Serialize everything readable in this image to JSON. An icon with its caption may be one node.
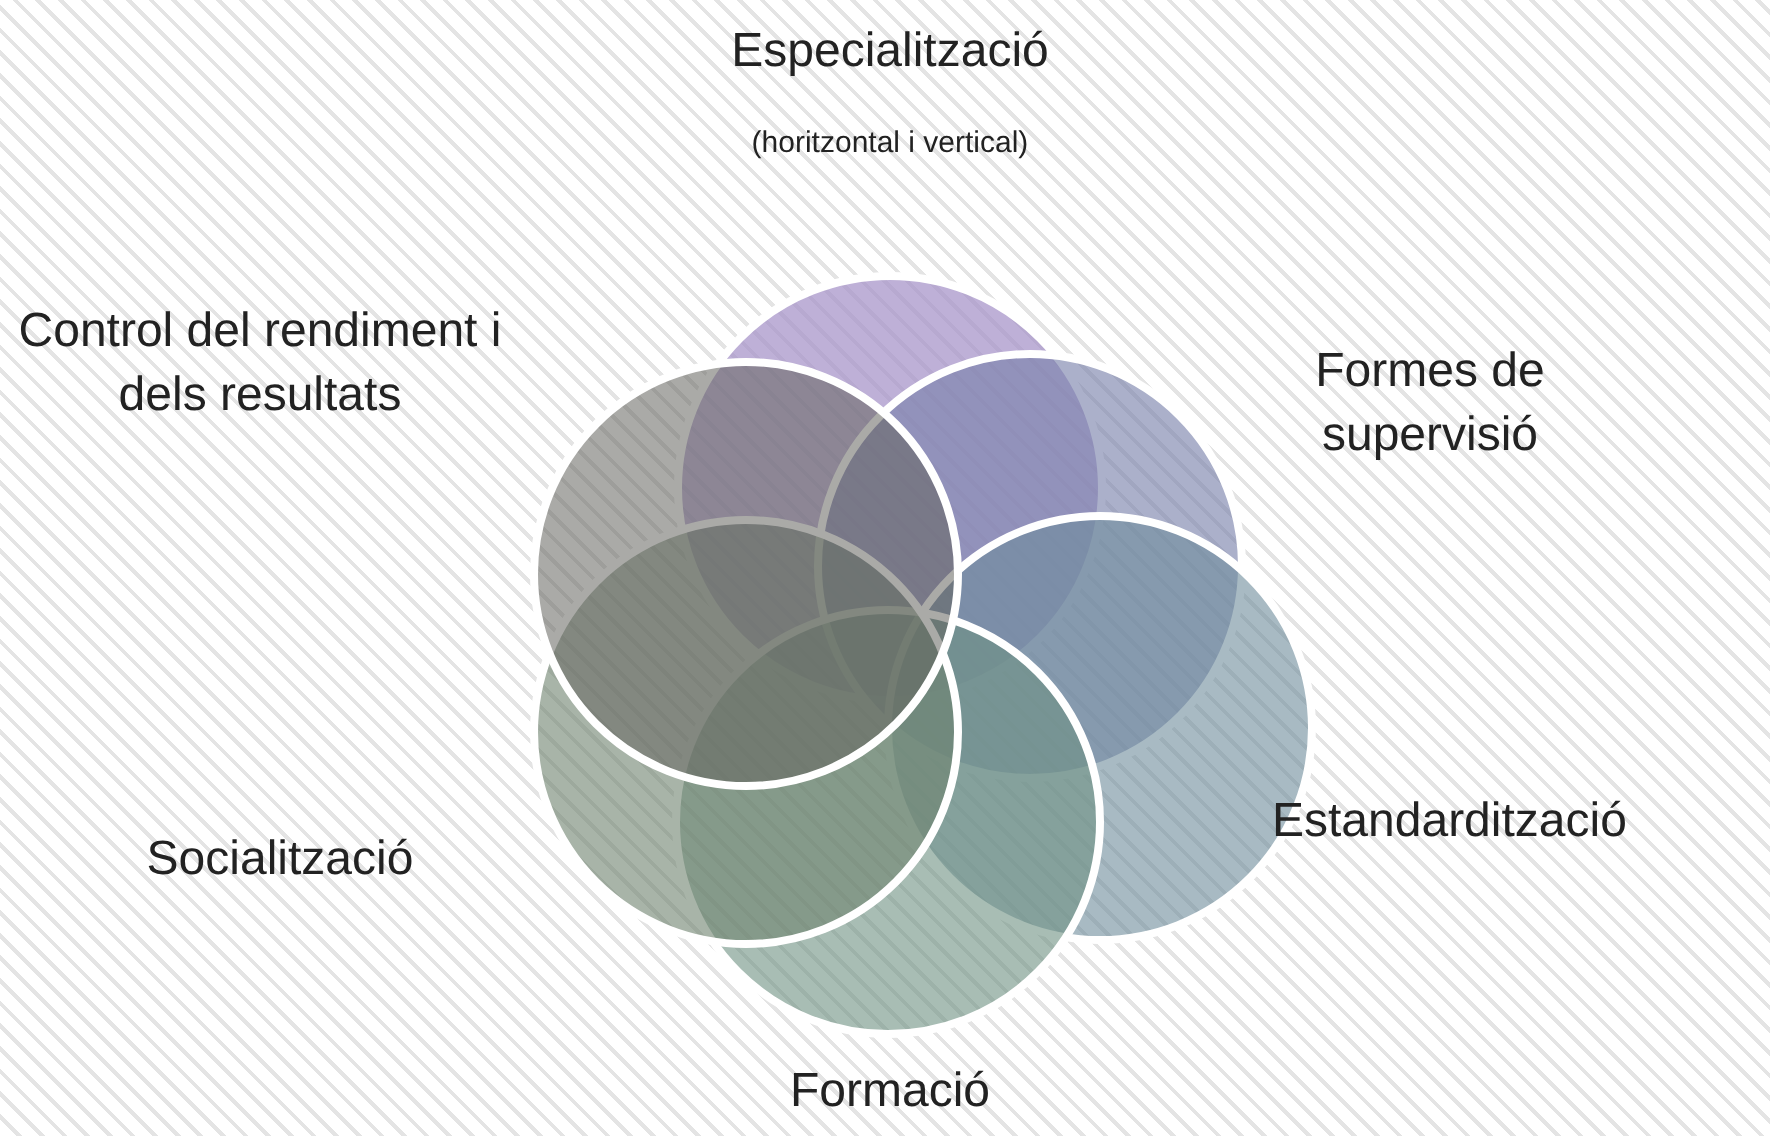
{
  "diagram": {
    "nodes": [
      {
        "text": [],
        "shape": "circle",
        "beside": [
          "Especialització",
          "(horitzontal i vertical)"
        ]
      },
      {
        "text": [],
        "shape": "circle",
        "beside": [
          "Formes de supervisió"
        ]
      },
      {
        "text": [],
        "shape": "circle",
        "beside": [
          "Estandardització"
        ]
      },
      {
        "text": [],
        "shape": "circle",
        "beside": [
          "Formació"
        ]
      },
      {
        "text": [],
        "shape": "circle",
        "beside": [
          "Socialització"
        ]
      },
      {
        "text": [],
        "shape": "circle",
        "beside": [
          "Control del rendiment i dels resultats"
        ]
      }
    ]
  }
}
